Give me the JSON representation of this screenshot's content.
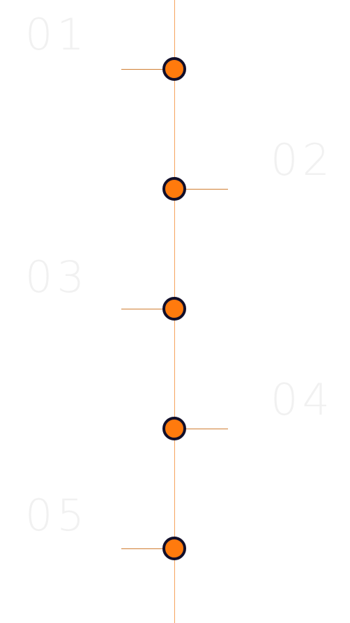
{
  "timeline": {
    "accent_color": "#ff7a0d",
    "line_color": "#f6a35d",
    "node_border_color": "#120f2a",
    "steps": [
      {
        "number": "01",
        "side": "left"
      },
      {
        "number": "02",
        "side": "right"
      },
      {
        "number": "03",
        "side": "left"
      },
      {
        "number": "04",
        "side": "right"
      },
      {
        "number": "05",
        "side": "left"
      }
    ]
  }
}
